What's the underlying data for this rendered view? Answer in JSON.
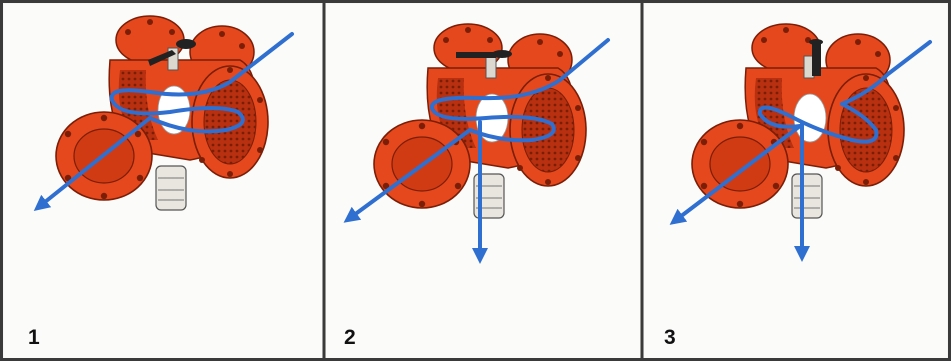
{
  "panels": [
    {
      "label": "1"
    },
    {
      "label": "2"
    },
    {
      "label": "3"
    }
  ],
  "colors": {
    "valve_body": "#e5481c",
    "valve_dark": "#a82a0e",
    "valve_light": "#f27a4a",
    "flow_arrow": "#2f6fd0",
    "divider": "#333333",
    "fitting": "#e9e6df"
  }
}
